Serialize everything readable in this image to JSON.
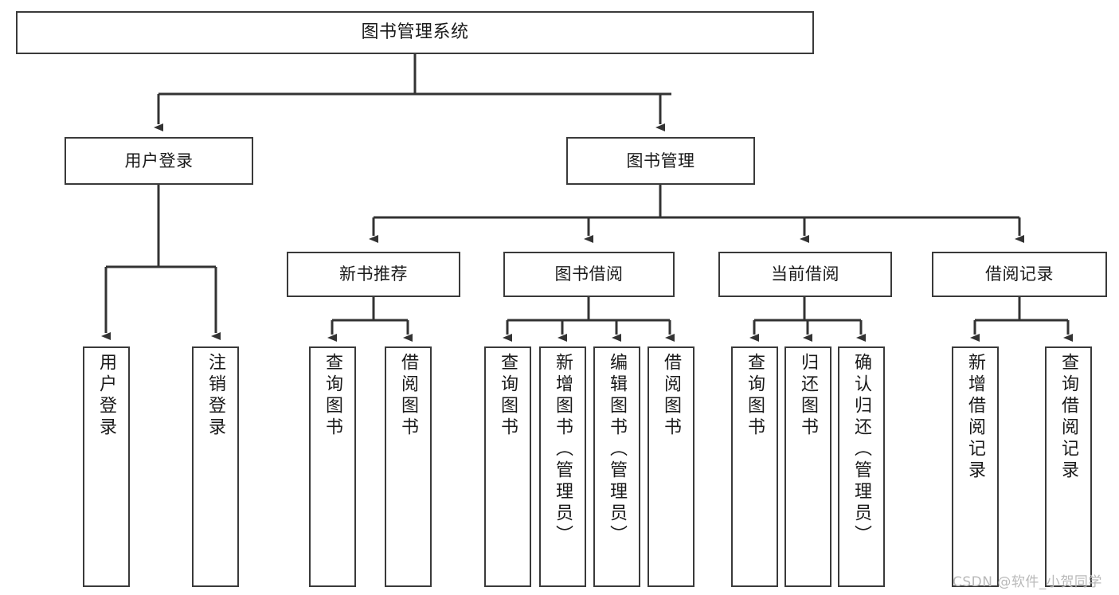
{
  "diagram": {
    "title": "图书管理系统",
    "type": "tree-hierarchy",
    "orientation": "top-down",
    "nodes": {
      "root": {
        "label": "图书管理系统"
      },
      "level1": [
        {
          "id": "user-login",
          "label": "用户登录"
        },
        {
          "id": "book-management",
          "label": "图书管理"
        }
      ],
      "level2": [
        {
          "id": "new-book-recommend",
          "label": "新书推荐"
        },
        {
          "id": "book-borrow",
          "label": "图书借阅"
        },
        {
          "id": "current-borrow",
          "label": "当前借阅"
        },
        {
          "id": "borrow-record",
          "label": "借阅记录"
        }
      ],
      "leaves": {
        "user_login": [
          {
            "id": "leaf-user-login",
            "label": "用户登录"
          },
          {
            "id": "leaf-logout-login",
            "label": "注销登录"
          }
        ],
        "new_book_recommend": [
          {
            "id": "leaf-query-book-1",
            "label": "查询图书"
          },
          {
            "id": "leaf-borrow-book-1",
            "label": "借阅图书"
          }
        ],
        "book_borrow": [
          {
            "id": "leaf-query-book-2",
            "label": "查询图书"
          },
          {
            "id": "leaf-add-book",
            "label": "新增图书（管理员）"
          },
          {
            "id": "leaf-edit-book",
            "label": "编辑图书（管理员）"
          },
          {
            "id": "leaf-borrow-book-2",
            "label": "借阅图书"
          }
        ],
        "current_borrow": [
          {
            "id": "leaf-query-book-3",
            "label": "查询图书"
          },
          {
            "id": "leaf-return-book",
            "label": "归还图书"
          },
          {
            "id": "leaf-confirm-return",
            "label": "确认归还（管理员）"
          }
        ],
        "borrow_record": [
          {
            "id": "leaf-add-record",
            "label": "新增借阅记录"
          },
          {
            "id": "leaf-query-record",
            "label": "查询借阅记录"
          }
        ]
      }
    },
    "colors": {
      "node_border": "#3a3a3a",
      "node_fill": "#ffffff",
      "edge": "#333333",
      "text": "#1a1a1a",
      "background": "#ffffff",
      "watermark": "#b9b9b9"
    }
  },
  "watermark": {
    "text": "CSDN @软件_小贺同学"
  }
}
